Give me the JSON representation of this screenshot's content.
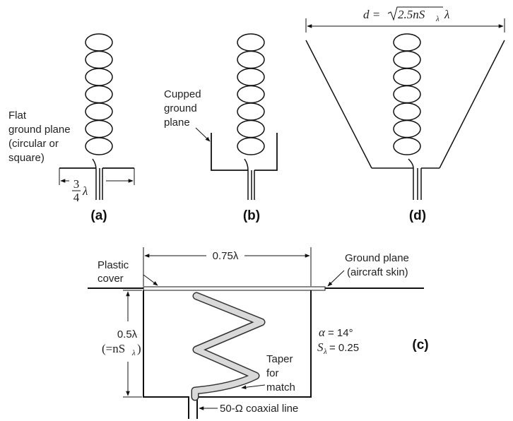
{
  "panel_a": {
    "label": "(a)",
    "text_lines": [
      "Flat",
      "ground plane",
      "(circular or",
      "square)"
    ],
    "dim_num": "3",
    "dim_den": "4",
    "dim_lambda": "λ"
  },
  "panel_b": {
    "label": "(b)",
    "text_lines": [
      "Cupped",
      "ground",
      "plane"
    ]
  },
  "panel_d": {
    "label": "(d)",
    "formula_lhs": "d = ",
    "formula_radicand": "2.5nS",
    "formula_sub": "λ",
    "formula_tail": "λ"
  },
  "panel_c": {
    "label": "(c)",
    "plastic_cover": [
      "Plastic",
      "cover"
    ],
    "width_dim": "0.75λ",
    "ground_plane": [
      "Ground plane",
      "(aircraft skin)"
    ],
    "height_dim": "0.5λ",
    "height_eq": "(=nS",
    "height_eq_sub": "λ",
    "height_eq_end": ")",
    "alpha_sym": "α",
    "alpha_val": "= 14°",
    "s_sym": "S",
    "s_sub": "λ",
    "s_val": "= 0.25",
    "taper": [
      "Taper",
      "for",
      "match"
    ],
    "coax": "50-Ω coaxial line"
  }
}
